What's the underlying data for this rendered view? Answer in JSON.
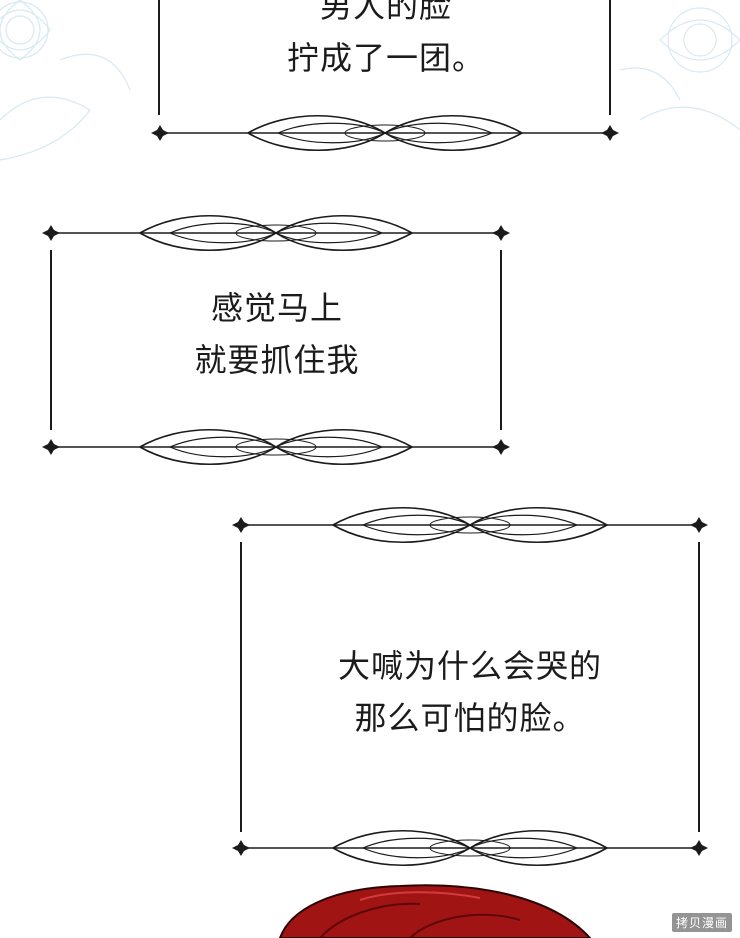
{
  "panels": [
    {
      "lines": [
        "男人的脸",
        "拧成了一团。"
      ]
    },
    {
      "lines": [
        "感觉马上",
        "就要抓住我"
      ]
    },
    {
      "lines": [
        "大喊为什么会哭的",
        "那么可怕的脸。"
      ]
    }
  ],
  "watermark": "拷贝漫画",
  "colors": {
    "ink": "#1b1b1b",
    "flower_tint": "#d7e9f2",
    "hair_red": "#a01414"
  }
}
